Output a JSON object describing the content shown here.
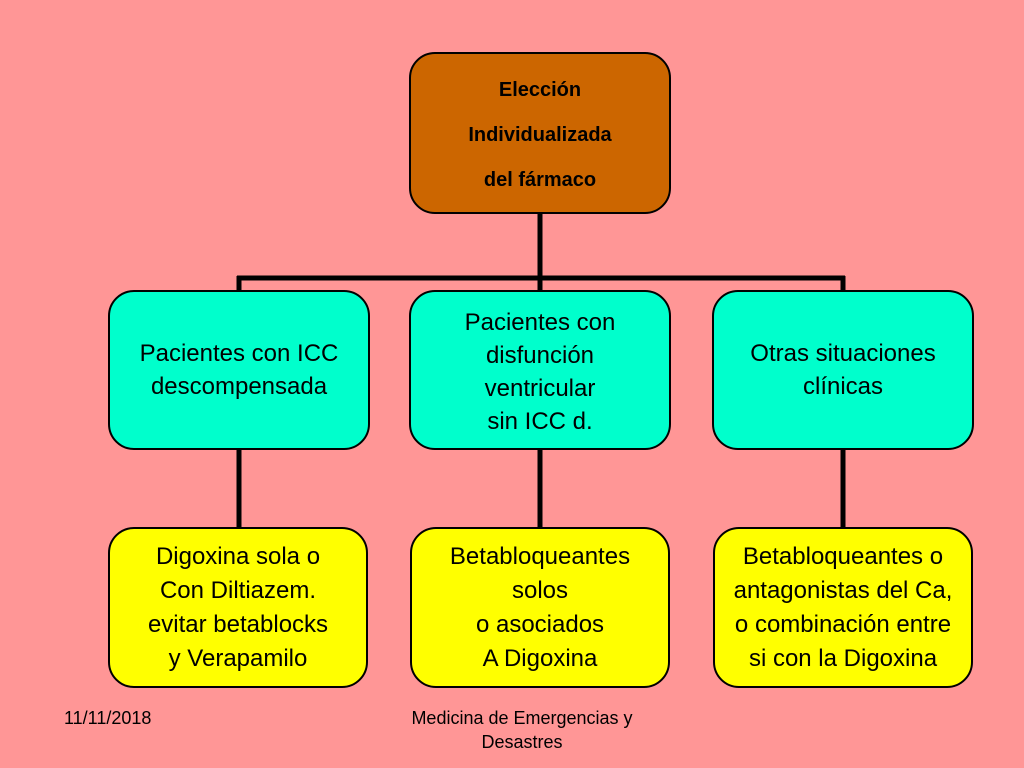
{
  "diagram": {
    "root": {
      "lines": [
        "Elección",
        "Individualizada",
        "del fármaco"
      ]
    },
    "branches": [
      {
        "category": {
          "lines": [
            "Pacientes con ICC",
            "descompensada"
          ]
        },
        "treatment": {
          "lines": [
            "Digoxina sola o",
            "Con Diltiazem.",
            "evitar betablocks",
            "y Verapamilo"
          ]
        }
      },
      {
        "category": {
          "lines": [
            "Pacientes con",
            "disfunción",
            "ventricular",
            "sin ICC d."
          ]
        },
        "treatment": {
          "lines": [
            "Betabloqueantes",
            "solos",
            "o asociados",
            "A Digoxina"
          ]
        }
      },
      {
        "category": {
          "lines": [
            "Otras situaciones",
            "clínicas"
          ]
        },
        "treatment": {
          "lines": [
            "Betabloqueantes o",
            "antagonistas del Ca,",
            "o combinación entre",
            "si con la Digoxina"
          ]
        }
      }
    ]
  },
  "footer": {
    "date": "11/11/2018",
    "title": "Medicina de Emergencias y Desastres"
  },
  "colors": {
    "background": "#FF9696",
    "root": "#CC6600",
    "category": "#00FFCC",
    "treatment": "#FFFF00",
    "connector": "#000000"
  }
}
